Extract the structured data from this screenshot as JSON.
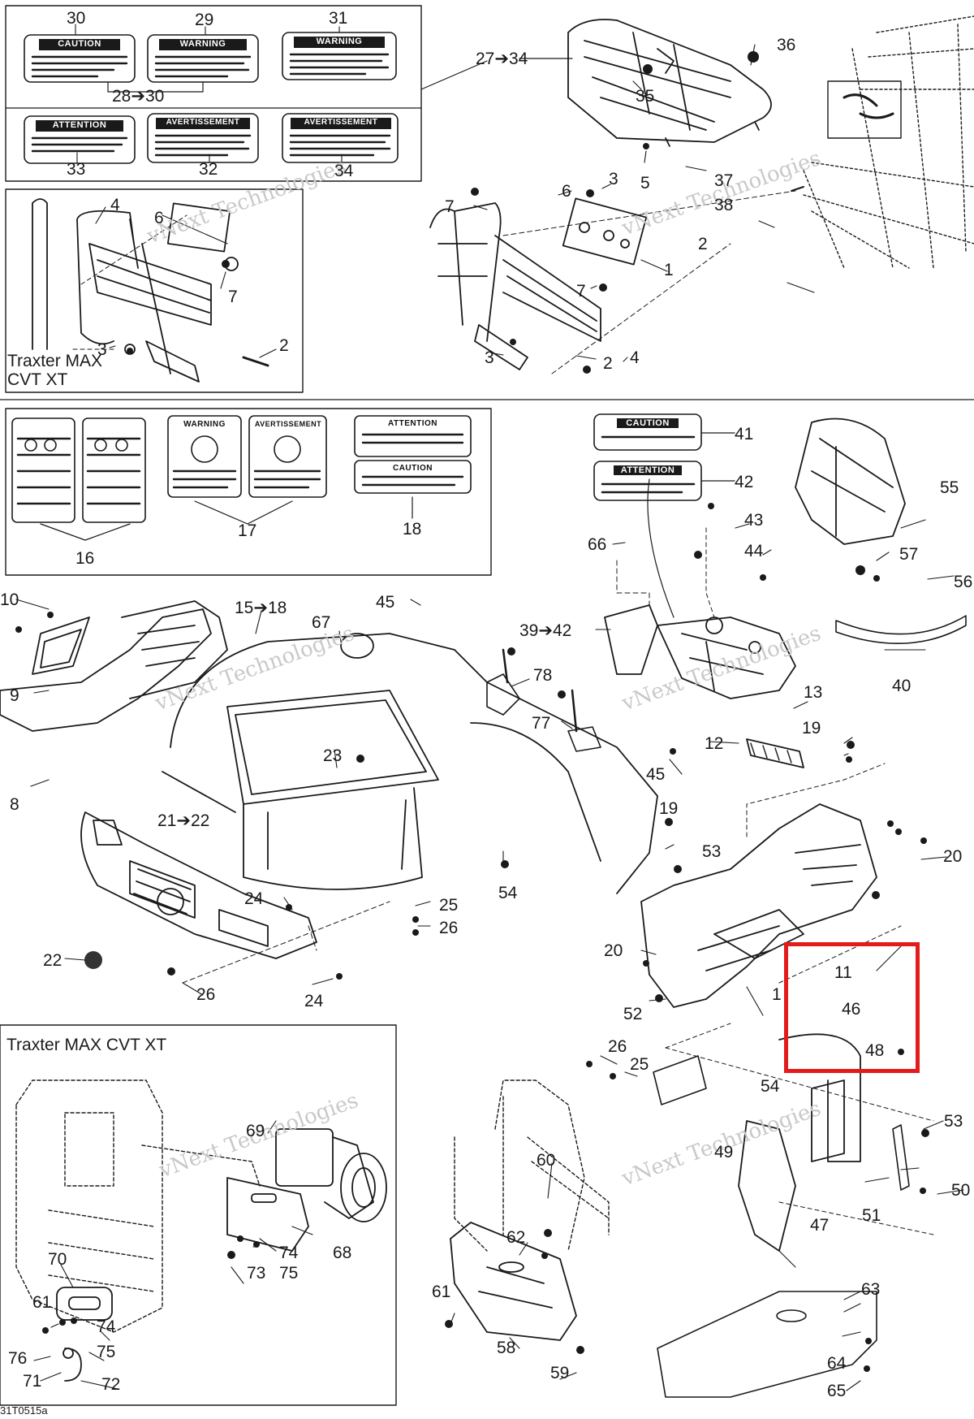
{
  "diagram": {
    "figure_code": "31T0515a",
    "colors": {
      "line": "#1a1a1a",
      "highlight": "#e31b1b",
      "watermark": "#c9c9c9"
    },
    "model_labels": {
      "top_inset": "Traxter MAX CVT XT",
      "bottom_inset": "Traxter MAX CVT XT"
    },
    "watermark_text": "vNext Technologies",
    "decals": {
      "caution_30": "CAUTION",
      "warning_29": "WARNING",
      "warning_31": "WARNING",
      "attention_33": "ATTENTION",
      "avertissement_32": "AVERTISSEMENT",
      "avertissement_34": "AVERTISSEMENT",
      "warning_17": "WARNING",
      "avertissement_17": "AVERTISSEMENT",
      "attention_18": "ATTENTION",
      "caution_18": "CAUTION",
      "caution_41": "CAUTION",
      "attention_42": "ATTENTION"
    },
    "callouts": {
      "c30": "30",
      "c29": "29",
      "c31": "31",
      "c28_30": "28➔30",
      "c33": "33",
      "c32": "32",
      "c34": "34",
      "c4a": "4",
      "c6a": "6",
      "c7a": "7",
      "c3a": "3",
      "c2a": "2",
      "c27_34": "27➔34",
      "c36": "36",
      "c35": "35",
      "c5": "5",
      "c37": "37",
      "c38": "38",
      "c7b": "7",
      "c6b": "6",
      "c3b": "3",
      "c2b": "2",
      "c1": "1",
      "c7c": "7",
      "c3c": "3",
      "c2c": "2",
      "c4b": "4",
      "c16": "16",
      "c17": "17",
      "c18": "18",
      "c41": "41",
      "c42": "42",
      "c55": "55",
      "c57": "57",
      "c56": "56",
      "c66": "66",
      "c43": "43",
      "c44": "44",
      "c39_42": "39➔42",
      "c40": "40",
      "c10": "10",
      "c9": "9",
      "c8": "8",
      "c15_18": "15➔18",
      "c45a": "45",
      "c67": "67",
      "c78": "78",
      "c77": "77",
      "c13": "13",
      "c12": "12",
      "c45b": "45",
      "c19a": "19",
      "c23": "23",
      "c21_22": "21➔22",
      "c19b": "19",
      "c53a": "53",
      "c20a": "20",
      "c24a": "24",
      "c25a": "25",
      "c26a": "26",
      "c54a": "54",
      "c22": "22",
      "c26b": "26",
      "c24b": "24",
      "c20b": "20",
      "c14": "1",
      "c52": "52",
      "c11": "11",
      "c46": "46",
      "c48": "48",
      "c26c": "26",
      "c25b": "25",
      "c54b": "54",
      "c53b": "53",
      "c49": "49",
      "c47": "47",
      "c51": "51",
      "c50": "50",
      "c69": "69",
      "c74a": "74",
      "c68": "68",
      "c73": "73",
      "c75a": "75",
      "c70": "70",
      "c61a": "61",
      "c74b": "74",
      "c76": "76",
      "c75b": "75",
      "c71": "71",
      "c72": "72",
      "c60": "60",
      "c62": "62",
      "c61b": "61",
      "c58": "58",
      "c59": "59",
      "c63": "63",
      "c64": "64",
      "c65": "65"
    }
  }
}
